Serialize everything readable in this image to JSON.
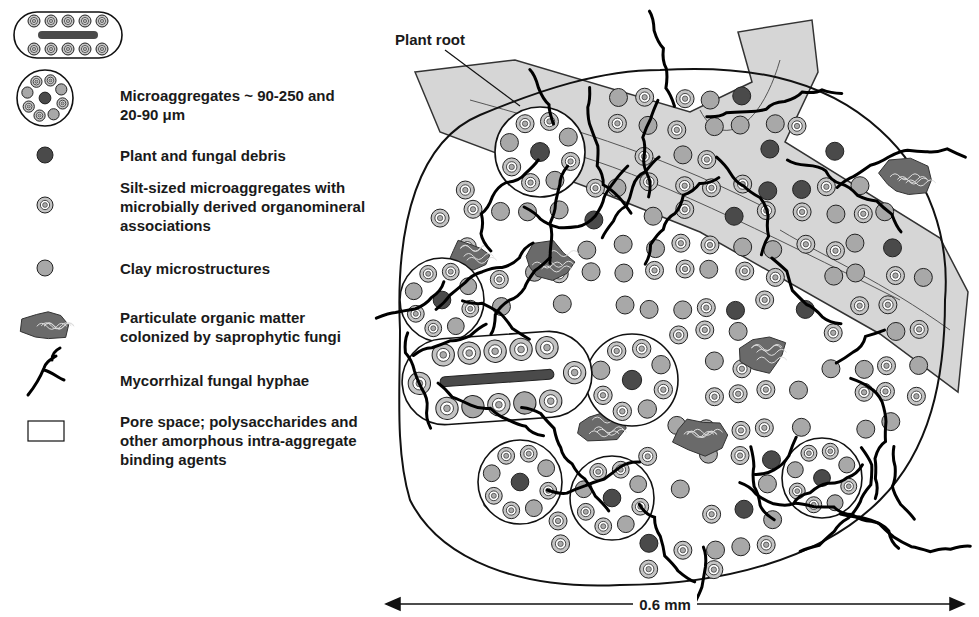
{
  "diagram": {
    "labels": [
      "Plant root",
      "0.6 mm"
    ],
    "legend": [
      {
        "text": "Microaggregates ~ 90-250 and 20-90 μm"
      },
      {
        "text": "Plant and fungal debris"
      },
      {
        "text": "Silt-sized microaggregates with microbially derived organomineral associations"
      },
      {
        "text": "Clay microstructures"
      },
      {
        "text": "Particulate organic matter colonized by saprophytic fungi"
      },
      {
        "text": "Mycorrhizal fungal hyphae"
      },
      {
        "text": "Pore space; polysaccharides and other amorphous intra-aggregate binding agents"
      }
    ]
  }
}
